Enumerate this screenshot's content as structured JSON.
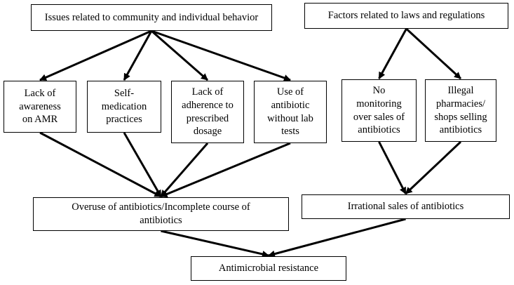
{
  "nodes": {
    "community": "Issues related to community and individual behavior",
    "laws": "Factors related to laws and regulations",
    "lack_awareness": "Lack of\nawareness\non AMR",
    "self_medication": "Self-\nmedication\npractices",
    "lack_adherence": "Lack of\nadherence to\nprescribed\ndosage",
    "use_without_tests": "Use of\nantibiotic\nwithout lab\ntests",
    "no_monitoring": "No\nmonitoring\nover sales of\nantibiotics",
    "illegal_pharmacies": "Illegal\npharmacies/\nshops selling\nantibiotics",
    "overuse": "Overuse of antibiotics/Incomplete course of\nantibiotics",
    "irrational_sales": "Irrational sales of antibiotics",
    "amr": "Antimicrobial resistance"
  },
  "edges": [
    [
      "community",
      "lack_awareness"
    ],
    [
      "community",
      "self_medication"
    ],
    [
      "community",
      "lack_adherence"
    ],
    [
      "community",
      "use_without_tests"
    ],
    [
      "laws",
      "no_monitoring"
    ],
    [
      "laws",
      "illegal_pharmacies"
    ],
    [
      "lack_awareness",
      "overuse"
    ],
    [
      "self_medication",
      "overuse"
    ],
    [
      "lack_adherence",
      "overuse"
    ],
    [
      "use_without_tests",
      "overuse"
    ],
    [
      "no_monitoring",
      "irrational_sales"
    ],
    [
      "illegal_pharmacies",
      "irrational_sales"
    ],
    [
      "overuse",
      "amr"
    ],
    [
      "irrational_sales",
      "amr"
    ]
  ]
}
